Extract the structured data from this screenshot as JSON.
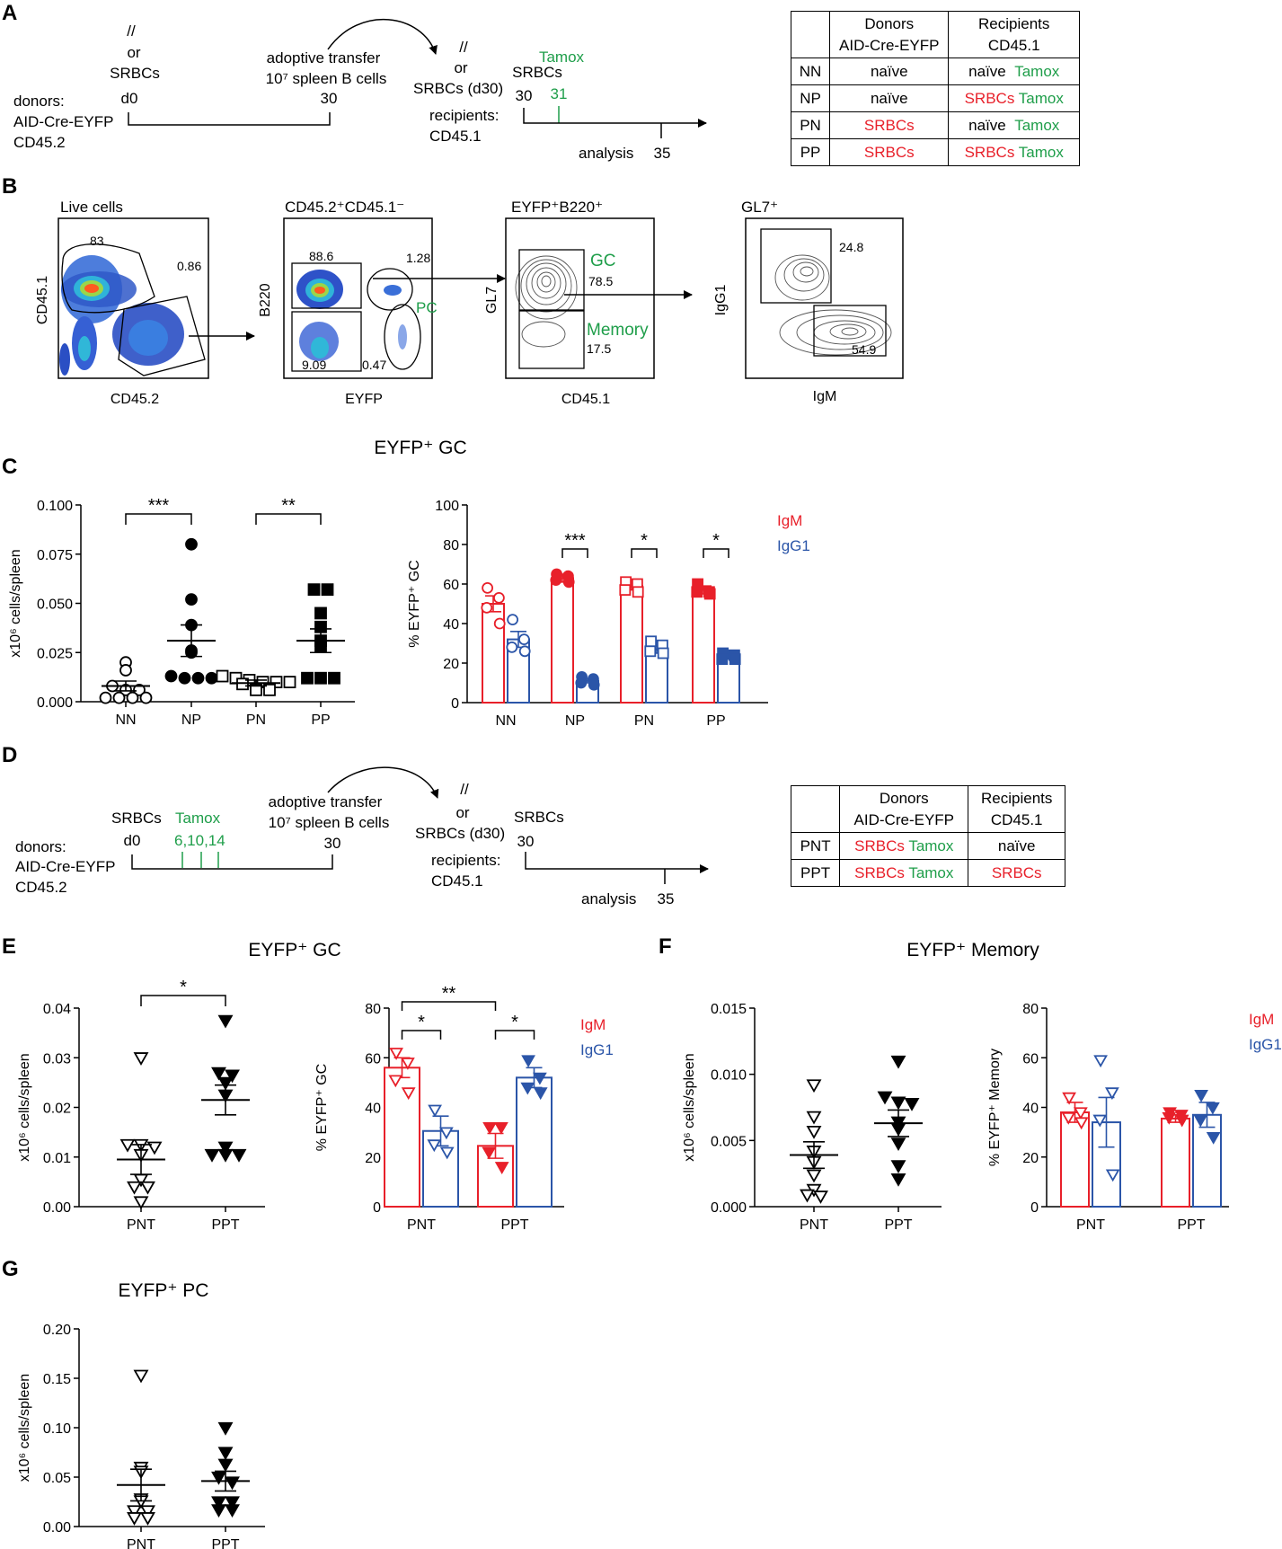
{
  "colors": {
    "red": "#e8202a",
    "blue": "#2b55a8",
    "green": "#1f9e4a"
  },
  "panels": {
    "A": "A",
    "B": "B",
    "C": "C",
    "D": "D",
    "E": "E",
    "F": "F",
    "G": "G"
  },
  "timelineA": {
    "slash": "//",
    "or": "or",
    "srbcs": "SRBCs",
    "donors": "donors:",
    "aid": "AID-Cre-EYFP",
    "cd452": "CD45.2",
    "d0": "d0",
    "transfer": "adoptive transfer",
    "cells": "10⁷ spleen B cells",
    "t30": "30",
    "slash2": "//",
    "or2": "or",
    "srbcs30": "SRBCs (d30)",
    "recipients": "recipients:",
    "cd451": "CD45.1",
    "tamox": "Tamox",
    "srbcs2": "SRBCs",
    "r30": "30",
    "r31": "31",
    "analysis": "analysis",
    "r35": "35"
  },
  "tableA": {
    "h_donors": "Donors",
    "h_donors2": "AID-Cre-EYFP",
    "h_rec": "Recipients",
    "h_rec2": "CD45.1",
    "rows": [
      {
        "id": "NN",
        "donor": "naïve",
        "rec": "naïve",
        "tam": "Tamox"
      },
      {
        "id": "NP",
        "donor": "naïve",
        "rec": "SRBCs",
        "tam": "Tamox"
      },
      {
        "id": "PN",
        "donor": "SRBCs",
        "rec": "naïve",
        "tam": "Tamox"
      },
      {
        "id": "PP",
        "donor": "SRBCs",
        "rec": "SRBCs",
        "tam": "Tamox"
      }
    ]
  },
  "flow": {
    "p1": {
      "title": "Live cells",
      "y": "CD45.1",
      "x": "CD45.2",
      "g1": "83",
      "g2": "0.86"
    },
    "p2": {
      "title": "CD45.2⁺CD45.1⁻",
      "y": "B220",
      "x": "EYFP",
      "g1": "88.6",
      "g2": "1.28",
      "g3": "9.09",
      "g4": "0.47",
      "pc": "PC"
    },
    "p3": {
      "title": "EYFP⁺B220⁺",
      "y": "GL7",
      "x": "CD45.1",
      "gc": "GC",
      "g1": "78.5",
      "mem": "Memory",
      "g2": "17.5"
    },
    "p4": {
      "title": "GL7⁺",
      "y": "IgG1",
      "x": "IgM",
      "g1": "24.8",
      "g2": "54.9"
    }
  },
  "timelineD": {
    "srbcs": "SRBCs",
    "tamox": "Tamox",
    "days": "6,10,14",
    "donors": "donors:",
    "aid": "AID-Cre-EYFP",
    "cd452": "CD45.2",
    "d0": "d0",
    "transfer": "adoptive transfer",
    "cells": "10⁷ spleen B cells",
    "t30": "30",
    "slash": "//",
    "or": "or",
    "srbcs30": "SRBCs (d30)",
    "recipients": "recipients:",
    "cd451": "CD45.1",
    "srbcs2": "SRBCs",
    "r30": "30",
    "analysis": "analysis",
    "r35": "35"
  },
  "tableD": {
    "h_donors": "Donors",
    "h_donors2": "AID-Cre-EYFP",
    "h_rec": "Recipients",
    "h_rec2": "CD45.1",
    "rows": [
      {
        "id": "PNT",
        "donor": "SRBCs",
        "tam": "Tamox",
        "rec": "naïve"
      },
      {
        "id": "PPT",
        "donor": "SRBCs",
        "tam": "Tamox",
        "rec": "SRBCs"
      }
    ]
  },
  "titles": {
    "c": "EYFP⁺ GC",
    "e": "EYFP⁺ GC",
    "f": "EYFP⁺ Memory",
    "g": "EYFP⁺ PC"
  },
  "chart_data": [
    {
      "id": "C1",
      "type": "scatter",
      "ylabel": "x10⁶ cells/spleen",
      "ylim": [
        0,
        0.1
      ],
      "yticks": [
        "0.000",
        "0.025",
        "0.050",
        "0.075",
        "0.100"
      ],
      "categories": [
        "NN",
        "NP",
        "PN",
        "PP"
      ],
      "groups": [
        {
          "name": "NN",
          "marker": "circle",
          "fill": false,
          "mean": 0.008,
          "sem": 0.0025,
          "values": [
            0.02,
            0.016,
            0.008,
            0.006,
            0.006,
            0.002,
            0.002,
            0.002,
            0.002
          ]
        },
        {
          "name": "NP",
          "marker": "circle",
          "fill": true,
          "mean": 0.031,
          "sem": 0.008,
          "values": [
            0.08,
            0.052,
            0.039,
            0.026,
            0.025,
            0.013,
            0.012,
            0.012,
            0.012
          ]
        },
        {
          "name": "PN",
          "marker": "square",
          "fill": false,
          "mean": 0.0095,
          "sem": 0.0015,
          "values": [
            0.013,
            0.012,
            0.011,
            0.01,
            0.01,
            0.01,
            0.009,
            0.006,
            0.006
          ]
        },
        {
          "name": "PP",
          "marker": "square",
          "fill": true,
          "mean": 0.031,
          "sem": 0.006,
          "values": [
            0.057,
            0.057,
            0.045,
            0.038,
            0.031,
            0.028,
            0.012,
            0.012,
            0.012
          ]
        }
      ],
      "sig": [
        {
          "from": 0,
          "to": 1,
          "label": "***"
        },
        {
          "from": 2,
          "to": 3,
          "label": "**"
        }
      ]
    },
    {
      "id": "C2",
      "type": "bar",
      "ylabel": "% EYFP⁺ GC",
      "ylim": [
        0,
        100
      ],
      "yticks": [
        "0",
        "20",
        "40",
        "60",
        "80",
        "100"
      ],
      "categories": [
        "NN",
        "NP",
        "PN",
        "PP"
      ],
      "legend": [
        "IgM",
        "IgG1"
      ],
      "series": [
        {
          "name": "IgM",
          "values": [
            50,
            63,
            59,
            57
          ],
          "sem": [
            4,
            2,
            2,
            2
          ],
          "points": [
            [
              58,
              53,
              48,
              40
            ],
            [
              65,
              64,
              62,
              61
            ],
            [
              61,
              60,
              57,
              56
            ],
            [
              60,
              56,
              56,
              55
            ]
          ]
        },
        {
          "name": "IgG1",
          "values": [
            32,
            11,
            27,
            23
          ],
          "sem": [
            4,
            1,
            2,
            1
          ],
          "points": [
            [
              42,
              32,
              28,
              26
            ],
            [
              13,
              12,
              10,
              9
            ],
            [
              31,
              29,
              26,
              25
            ],
            [
              25,
              24,
              22,
              22
            ]
          ]
        }
      ],
      "fill": [
        false,
        true,
        false,
        true
      ],
      "marker": [
        "circle",
        "circle",
        "square",
        "square"
      ],
      "sig": [
        "***",
        "*",
        "*"
      ]
    },
    {
      "id": "E1",
      "type": "scatter",
      "ylabel": "x10⁶ cells/spleen",
      "ylim": [
        0,
        0.04
      ],
      "yticks": [
        "0.00",
        "0.01",
        "0.02",
        "0.03",
        "0.04"
      ],
      "categories": [
        "PNT",
        "PPT"
      ],
      "groups": [
        {
          "name": "PNT",
          "marker": "tri-down",
          "fill": false,
          "mean": 0.0095,
          "sem": 0.003,
          "values": [
            0.03,
            0.0125,
            0.0125,
            0.012,
            0.0105,
            0.0055,
            0.004,
            0.004,
            0.001
          ]
        },
        {
          "name": "PPT",
          "marker": "tri-down",
          "fill": true,
          "mean": 0.0215,
          "sem": 0.003,
          "values": [
            0.0375,
            0.027,
            0.0265,
            0.025,
            0.0225,
            0.012,
            0.0105,
            0.0105,
            0.0105
          ]
        }
      ],
      "sig": [
        {
          "from": 0,
          "to": 1,
          "label": "*"
        }
      ]
    },
    {
      "id": "E2",
      "type": "bar",
      "ylabel": "% EYFP⁺ GC",
      "ylim": [
        0,
        80
      ],
      "yticks": [
        "0",
        "20",
        "40",
        "60",
        "80"
      ],
      "categories": [
        "PNT",
        "PPT"
      ],
      "legend": [
        "IgM",
        "IgG1"
      ],
      "series": [
        {
          "name": "IgM",
          "values": [
            56,
            24.5
          ],
          "sem": [
            4,
            5
          ],
          "points": [
            [
              62,
              58,
              51,
              46
            ],
            [
              32,
              32,
              22,
              16
            ]
          ]
        },
        {
          "name": "IgG1",
          "values": [
            30.5,
            52
          ],
          "sem": [
            6,
            4
          ],
          "points": [
            [
              39,
              30,
              25,
              22
            ],
            [
              59,
              52,
              48,
              46
            ]
          ]
        }
      ],
      "fill": [
        false,
        true
      ],
      "marker": [
        "tri-down",
        "tri-down"
      ],
      "sig": [
        "*",
        "*"
      ],
      "sig_outer": "**"
    },
    {
      "id": "F1",
      "type": "scatter",
      "ylabel": "x10⁶ cells/spleen",
      "ylim": [
        0,
        0.015
      ],
      "yticks": [
        "0.000",
        "0.005",
        "0.010",
        "0.015"
      ],
      "categories": [
        "PNT",
        "PPT"
      ],
      "groups": [
        {
          "name": "PNT",
          "marker": "tri-down",
          "fill": false,
          "mean": 0.0039,
          "sem": 0.001,
          "values": [
            0.0092,
            0.0068,
            0.0057,
            0.0042,
            0.0034,
            0.0024,
            0.0013,
            0.0009,
            0.0008
          ]
        },
        {
          "name": "PPT",
          "marker": "tri-down",
          "fill": true,
          "mean": 0.0063,
          "sem": 0.001,
          "values": [
            0.011,
            0.0083,
            0.0079,
            0.0078,
            0.0064,
            0.0059,
            0.0048,
            0.0031,
            0.0021
          ]
        }
      ]
    },
    {
      "id": "F2",
      "type": "bar",
      "ylabel": "% EYFP⁺ Memory",
      "ylim": [
        0,
        80
      ],
      "yticks": [
        "0",
        "20",
        "40",
        "60",
        "80"
      ],
      "categories": [
        "PNT",
        "PPT"
      ],
      "legend": [
        "IgM",
        "IgG1"
      ],
      "series": [
        {
          "name": "IgM",
          "values": [
            38,
            35.5
          ],
          "sem": [
            4,
            1.5
          ],
          "points": [
            [
              44,
              38,
              36,
              34
            ],
            [
              38,
              37,
              36,
              35
            ]
          ]
        },
        {
          "name": "IgG1",
          "values": [
            34,
            37
          ],
          "sem": [
            10,
            5
          ],
          "points": [
            [
              59,
              46,
              35,
              13
            ],
            [
              45,
              40,
              35,
              28
            ]
          ]
        }
      ],
      "fill": [
        false,
        true
      ],
      "marker": [
        "tri-down",
        "tri-down"
      ]
    },
    {
      "id": "G1",
      "type": "scatter",
      "ylabel": "x10⁶ cells/spleen",
      "ylim": [
        0,
        0.2
      ],
      "yticks": [
        "0.00",
        "0.05",
        "0.10",
        "0.15",
        "0.20"
      ],
      "categories": [
        "PNT",
        "PPT"
      ],
      "groups": [
        {
          "name": "PNT",
          "marker": "tri-down",
          "fill": false,
          "mean": 0.042,
          "sem": 0.016,
          "values": [
            0.153,
            0.06,
            0.056,
            0.028,
            0.026,
            0.016,
            0.016,
            0.009,
            0.009
          ]
        },
        {
          "name": "PPT",
          "marker": "tri-down",
          "fill": true,
          "mean": 0.046,
          "sem": 0.01,
          "values": [
            0.1,
            0.075,
            0.063,
            0.05,
            0.045,
            0.025,
            0.025,
            0.017,
            0.017
          ]
        }
      ]
    }
  ]
}
